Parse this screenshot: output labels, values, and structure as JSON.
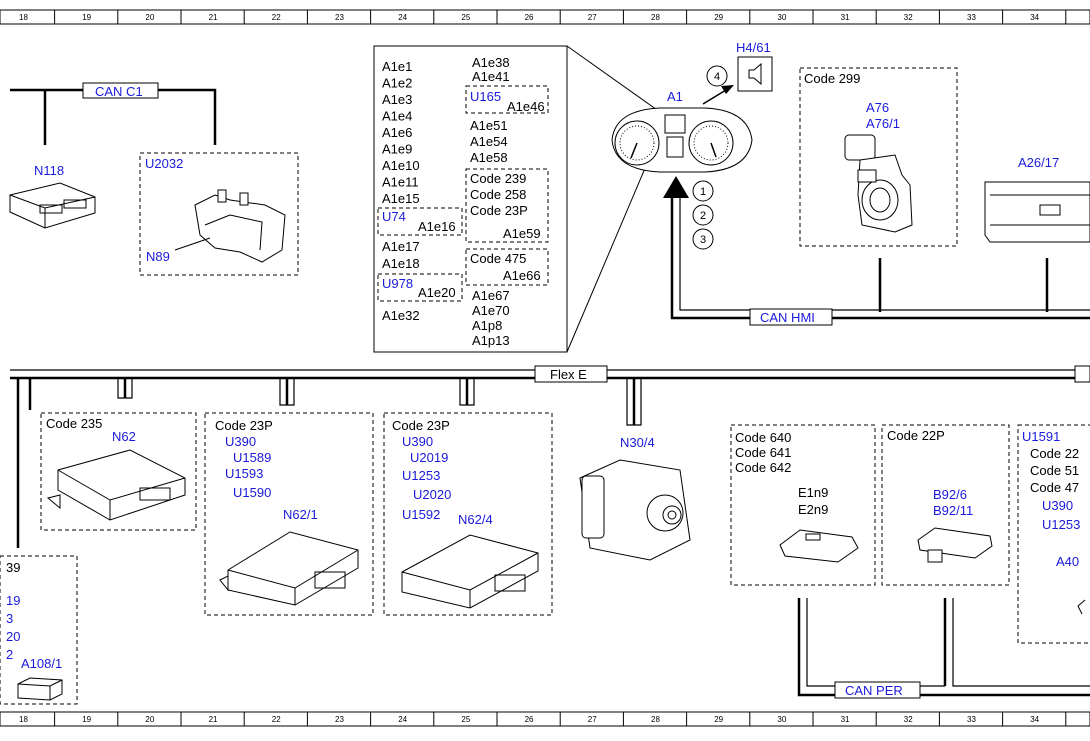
{
  "ruler": {
    "top_numbers": [
      "18",
      "19",
      "20",
      "21",
      "22",
      "23",
      "24",
      "25",
      "26",
      "27",
      "28",
      "29",
      "30",
      "31",
      "32",
      "33",
      "34"
    ],
    "bottom_numbers": [
      "18",
      "19",
      "20",
      "21",
      "22",
      "23",
      "24",
      "25",
      "26",
      "27",
      "28",
      "29",
      "30",
      "31",
      "32",
      "33",
      "34"
    ]
  },
  "buses": {
    "can_c1": "CAN C1",
    "can_hmi": "CAN HMI",
    "flex_e": "Flex E",
    "can_per": "CAN PER"
  },
  "callout": {
    "col1": [
      "A1e1",
      "A1e2",
      "A1e3",
      "A1e4",
      "A1e6",
      "A1e9",
      "A1e10",
      "A1e11",
      "A1e15"
    ],
    "u74_label": "U74",
    "u74_item": "A1e16",
    "col1b": [
      "A1e17",
      "A1e18"
    ],
    "u978_label": "U978",
    "u978_item": "A1e20",
    "col1c": [
      "A1e32"
    ],
    "col2": [
      "A1e38",
      "A1e41"
    ],
    "u165_label": "U165",
    "u165_item": "A1e46",
    "col2b": [
      "A1e51",
      "A1e54",
      "A1e58"
    ],
    "codes_a": [
      "Code 239",
      "Code 258",
      "Code 23P"
    ],
    "codes_a_item": "A1e59",
    "code_475": "Code 475",
    "code_475_item": "A1e66",
    "col2c": [
      "A1e67",
      "A1e70",
      "A1p8",
      "A1p13"
    ]
  },
  "components": {
    "n118": "N118",
    "u2032": "U2032",
    "n89": "N89",
    "a1": "A1",
    "h4_61": "H4/61",
    "code_299": "Code 299",
    "a76": "A76",
    "a76_1": "A76/1",
    "a26_17": "A26/17",
    "n30_4": "N30/4",
    "code_235": "Code 235",
    "n62": "N62",
    "g1_code": "Code 23P",
    "g1_items": [
      "U390",
      "U1589",
      "U1593",
      "U1590"
    ],
    "n62_1": "N62/1",
    "g2_code": "Code 23P",
    "g2_items": [
      "U390",
      "U2019",
      "U1253",
      "U2020",
      "U1592"
    ],
    "n62_4": "N62/4",
    "e1n9_codes": [
      "Code 640",
      "Code 641",
      "Code 642"
    ],
    "e1n9": "E1n9",
    "e2n9": "E2n9",
    "b92_code": "Code 22P",
    "b92_6": "B92/6",
    "b92_11": "B92/11",
    "right_blue": [
      "U1591",
      "U390",
      "U1253",
      "A40"
    ],
    "right_black": [
      "Code 22",
      "Code 51",
      "Code 47"
    ],
    "left_partial_black": [
      "39"
    ],
    "left_partial_blue": [
      "19",
      "3",
      "20",
      "2"
    ],
    "a108_1": "A108/1"
  },
  "markers": [
    "1",
    "2",
    "3",
    "4"
  ],
  "colors": {
    "blue_label": "#1a1adc",
    "line": "#000000"
  }
}
